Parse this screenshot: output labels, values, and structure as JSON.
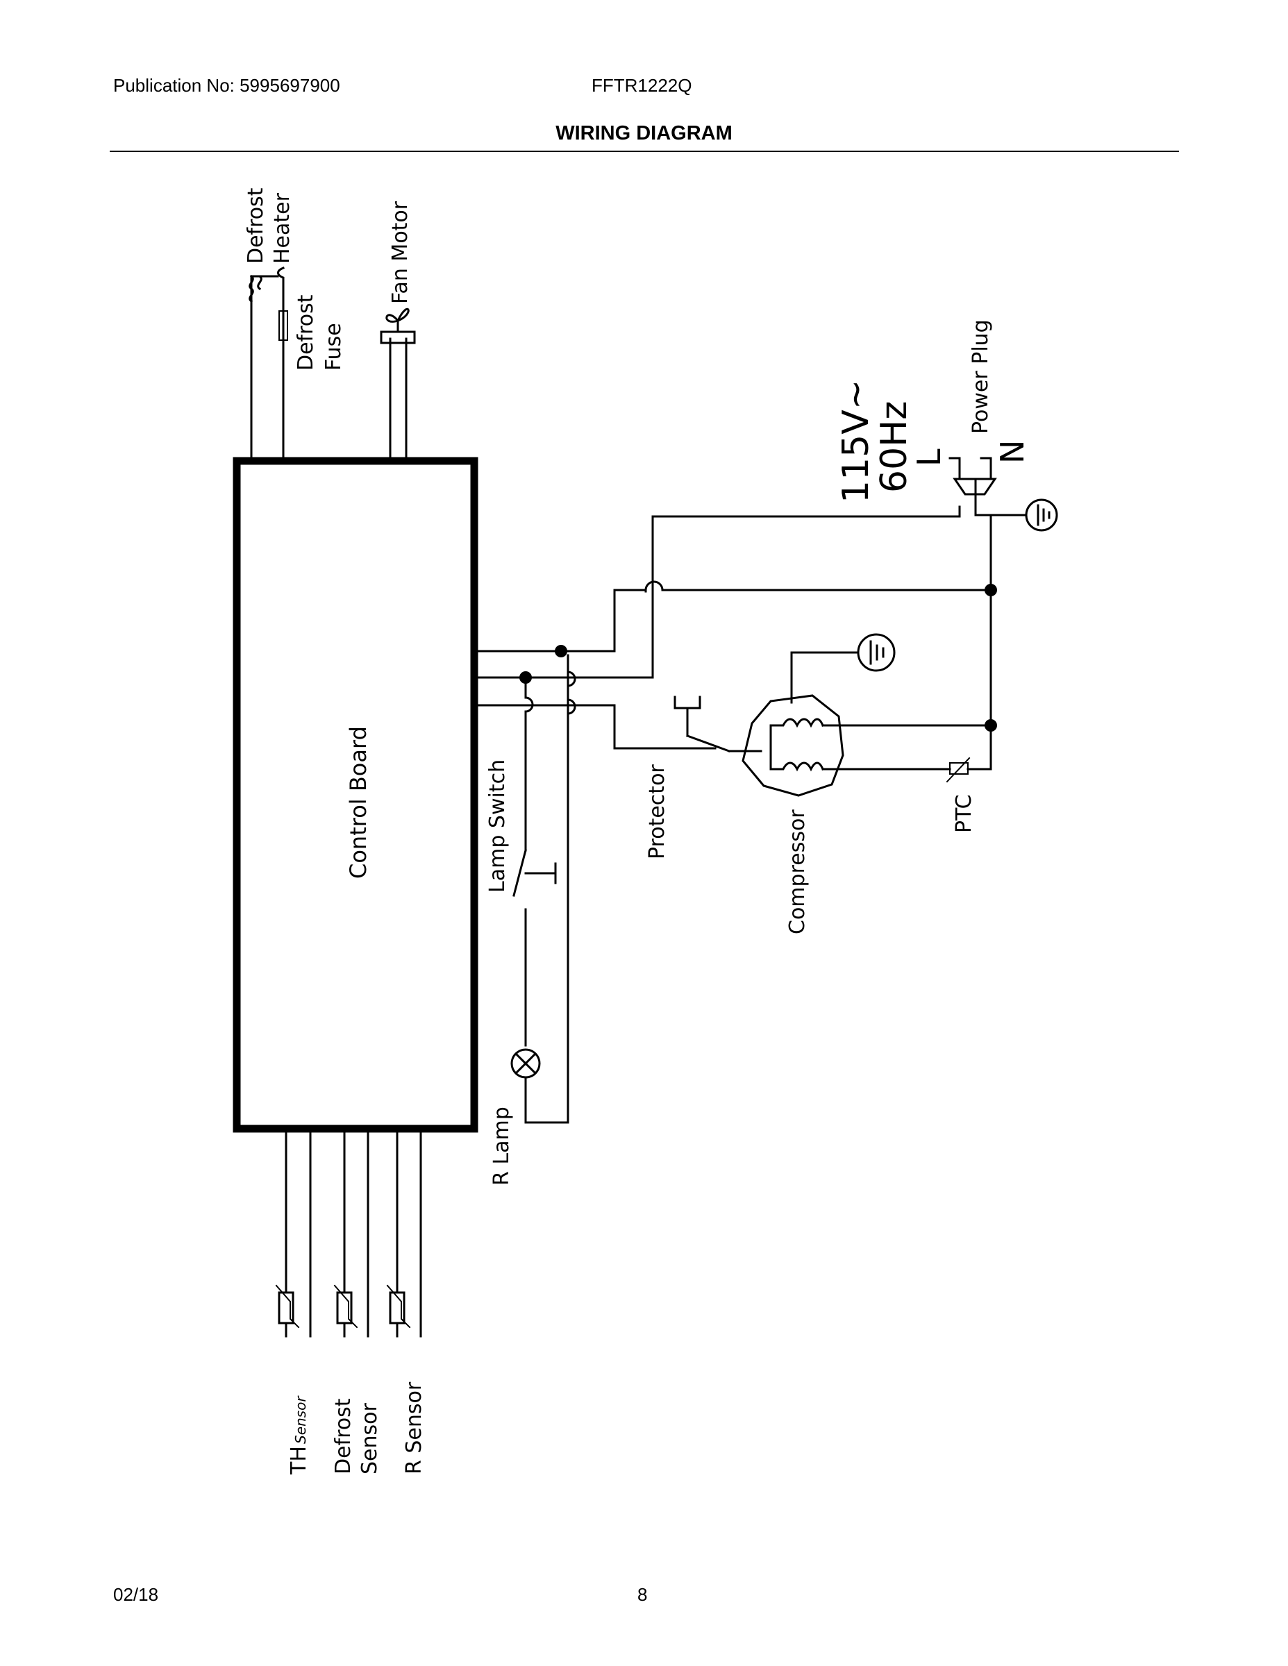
{
  "header": {
    "publication": "Publication No: 5995697900",
    "model": "FFTR1222Q",
    "title": "WIRING DIAGRAM"
  },
  "footer": {
    "date": "02/18",
    "page": "8"
  },
  "diagram": {
    "labels": {
      "defrost_heater_1": "Defrost",
      "defrost_heater_2": "Heater",
      "defrost_fuse_1": "Defrost",
      "defrost_fuse_2": "Fuse",
      "fan_motor": "Fan Motor",
      "power_plug": "Power Plug",
      "voltage": "115V~",
      "frequency": "60Hz",
      "line": "L",
      "neutral": "N",
      "control_board": "Control Board",
      "lamp_switch": "Lamp Switch",
      "protector": "Protector",
      "compressor": "Compressor",
      "ptc": "PTC",
      "r_lamp": "R Lamp",
      "th_sensor_1": "TH",
      "th_sensor_2": "Sensor",
      "defrost_sensor_1": "Defrost",
      "defrost_sensor_2": "Sensor",
      "r_sensor": "R Sensor"
    }
  }
}
